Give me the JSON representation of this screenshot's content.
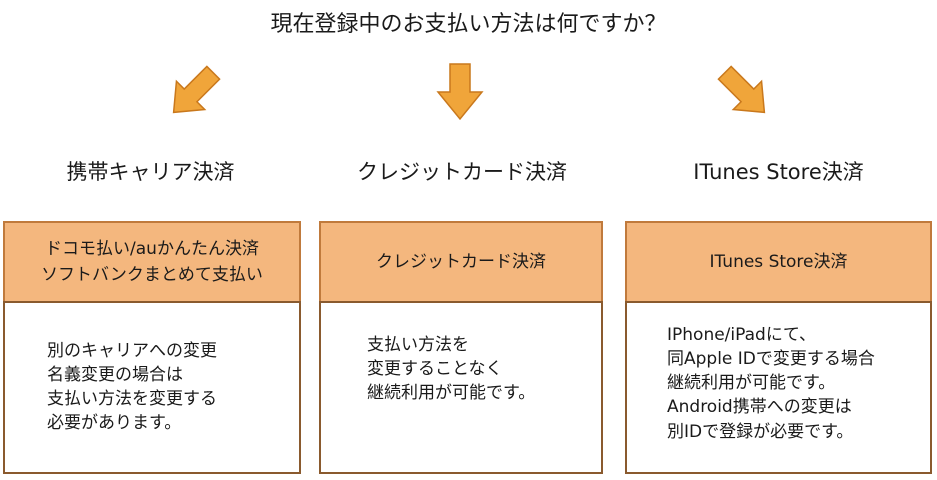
{
  "title": "現在登録中のお支払い方法は何ですか？",
  "colors": {
    "arrow": "#f0a53a",
    "arrow_stroke": "#c9781c",
    "header_fill": "#f4b77e",
    "border": "#8a5a2e"
  },
  "columns": [
    {
      "label": "携帯キャリア決済",
      "header": [
        "ドコモ払い/auかんたん決済",
        "ソフトバンクまとめて支払い"
      ],
      "body": [
        "別のキャリアへの変更",
        "名義変更の場合は",
        "支払い方法を変更する",
        "必要があります。"
      ]
    },
    {
      "label": "クレジットカード決済",
      "header": [
        "クレジットカード決済"
      ],
      "body": [
        "支払い方法を",
        "変更することなく",
        "継続利用が可能です。"
      ]
    },
    {
      "label": "ITunes Store決済",
      "header": [
        "ITunes Store決済"
      ],
      "body": [
        "IPhone/iPadにて、",
        "同Apple IDで変更する場合",
        "継続利用が可能です。",
        "Android携帯への変更は",
        "別IDで登録が必要です。"
      ]
    }
  ]
}
